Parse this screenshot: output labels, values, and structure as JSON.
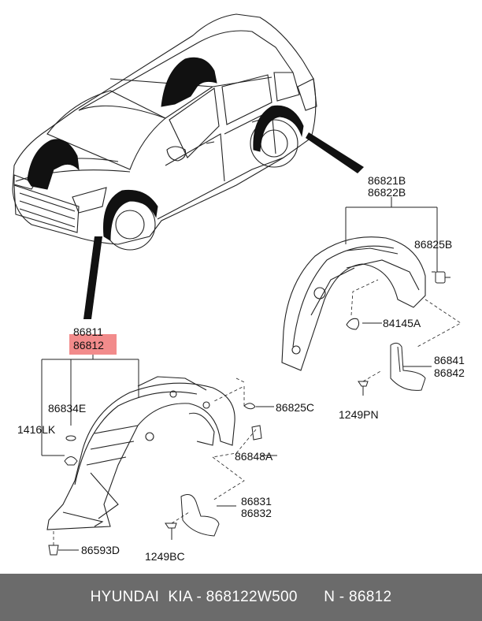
{
  "labels": {
    "front_pair_1": "86811",
    "front_pair_2": "86812",
    "rear_pair_1": "86821B",
    "rear_pair_2": "86822B",
    "clip_rear": "86825B",
    "nut_rear": "84145A",
    "flap_rear_1": "86841",
    "flap_rear_2": "86842",
    "screw_rear": "1249PN",
    "washer": "86834E",
    "clip_front": "86825C",
    "bolt_left": "1416LK",
    "retainer": "86848A",
    "flap_front_1": "86831",
    "flap_front_2": "86832",
    "screw_front": "1249BC",
    "fastener_bottom": "86593D"
  },
  "highlight_color": "#f28b8b",
  "footer": {
    "brand": "HYUNDAI  KIA - 868122W500",
    "part_ref": "N - 86812"
  }
}
